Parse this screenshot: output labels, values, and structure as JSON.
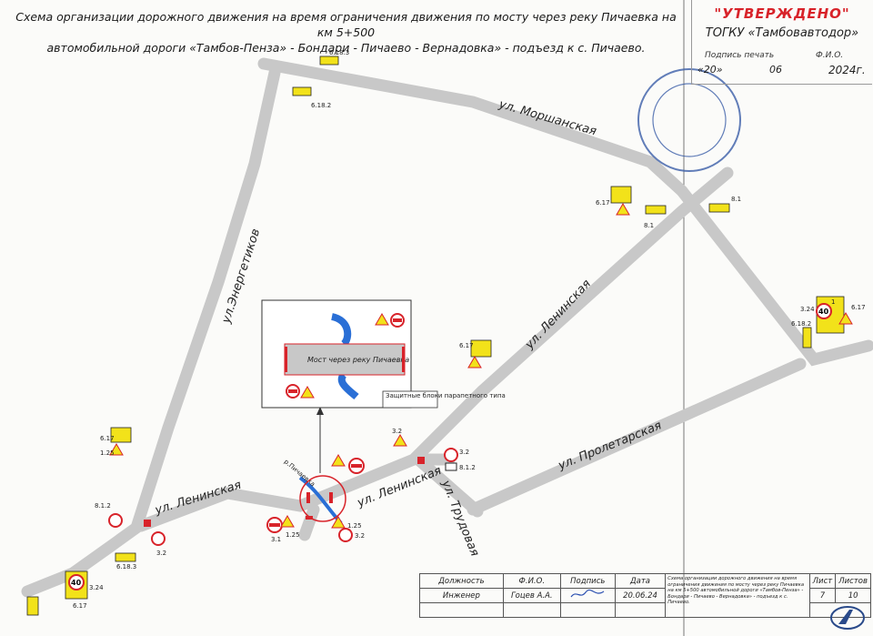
{
  "title": {
    "line1": "Схема организации дорожного движения на время ограничения движения по мосту через реку Пичаевка на км 5+500",
    "line2": "автомобильной дороги «Тамбов-Пенза» - Бондари - Пичаево - Вернадовка» - подъезд к с. Пичаево."
  },
  "approval": {
    "heading": "\"УТВЕРЖДЕНО\"",
    "org": "ТОГКУ «Тамбовавтодор»",
    "sign_label": "Подпись печать",
    "fio_label": "Ф.И.О.",
    "day": "«20»",
    "month": "06",
    "year": "2024г."
  },
  "streets": {
    "morshanskaya": "ул. Моршанская",
    "energetikov": "ул.Энергетиков",
    "leninskaya_east": "ул. Ленинская",
    "leninskaya_mid": "ул. Ленинская",
    "leninskaya_west": "ул. Ленинская",
    "proletarskaya": "ул. Пролетарская",
    "trudovaya": "ул. Трудовая",
    "river": "р.Пичаевка"
  },
  "inset": {
    "bridge_label": "Мост через реку Пичаевка",
    "blocks_label": "Защитные блоки парапетного типа"
  },
  "signs": {
    "s6182": "6.18.2",
    "s6183": "6.18.3",
    "s617": "6.17",
    "s125": "1.25",
    "s31": "3.1",
    "s324": "3.24",
    "s32": "3.2",
    "s812": "8.1.2",
    "s81": "8.1",
    "speed": "40",
    "detour": "1"
  },
  "title_block": {
    "col_position": "Должность",
    "col_name": "Ф.И.О.",
    "col_sign": "Подпись",
    "col_date": "Дата",
    "description": "Схема организации дорожного движения на время ограничения движения по мосту через реку Пичаевка на км 5+500 автомобильной дороги «Тамбов-Пенза» - Бондари - Пичаево - Вернадовка» - подъезд к с. Пичаево.",
    "col_sheet": "Лист",
    "col_sheets": "Листов",
    "role": "Инженер",
    "person": "Гоцев А.А.",
    "date": "20.06.24",
    "sheet": "7",
    "sheets": "10"
  },
  "colors": {
    "road": "#c8c8c8",
    "sign_yellow": "#f2e21a",
    "sign_red": "#d8232a",
    "river": "#2a6fd6",
    "stamp": "#3b5ea8"
  }
}
